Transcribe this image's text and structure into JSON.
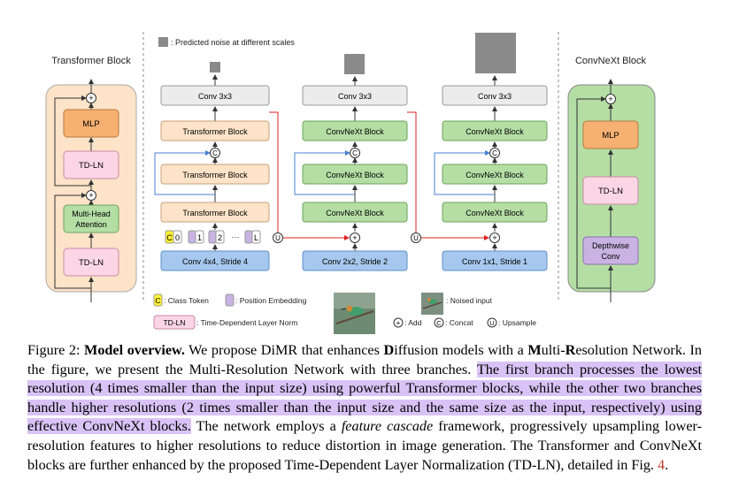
{
  "figure": {
    "legend_top": ": Predicted noise at different scales",
    "transformer_panel_title": "Transformer Block",
    "convnext_panel_title": "ConvNeXt Block",
    "transformer_panel": {
      "mlp": "MLP",
      "tdln1": "TD-LN",
      "mha_line1": "Multi-Head",
      "mha_line2": "Attention",
      "tdln2": "TD-LN"
    },
    "convnext_panel": {
      "mlp": "MLP",
      "tdln": "TD-LN",
      "dw_line1": "Depthwise",
      "dw_line2": "Conv"
    },
    "branch1": {
      "conv_top": "Conv 3x3",
      "block_top": "Transformer Block",
      "block_mid": "Transformer Block",
      "block_bottom": "Transformer Block",
      "conv_bottom": "Conv 4x4, Stride 4",
      "tokens": [
        "C",
        "0",
        "1",
        "2",
        "···",
        "L"
      ]
    },
    "branch2": {
      "conv_top": "Conv 3x3",
      "block_top": "ConvNeXt Block",
      "block_mid": "ConvNeXt Block",
      "block_bottom": "ConvNeXt Block",
      "conv_bottom": "Conv 2x2, Stride 2"
    },
    "branch3": {
      "conv_top": "Conv 3x3",
      "block_top": "ConvNeXt Block",
      "block_mid": "ConvNeXt Block",
      "block_bottom": "ConvNeXt Block",
      "conv_bottom": "Conv 1x1, Stride 1"
    },
    "ops": {
      "add": "+",
      "concat": "C",
      "upsample": "U"
    },
    "legend": {
      "class_token_symbol": "C",
      "class_token": ": Class Token",
      "pos_embed": ": Position Embedding",
      "tdln_symbol": "TD-LN",
      "tdln": ": Time-Dependent Layer Norm",
      "noised_input": ": Noised input",
      "add_label": ": Add",
      "concat_label": ": Concat",
      "upsample_label": ": Upsample"
    },
    "colors": {
      "blue": "#a6c8ee",
      "orange": "#fde3c8",
      "orange_strong": "#f5b072",
      "green": "#b5dea5",
      "pink": "#fcd6e4",
      "purple": "#c9b3e3",
      "yellow": "#fff230",
      "gray_box": "#ececec",
      "highlight": "#d9c3f6"
    }
  },
  "caption": {
    "figure_label": "Figure 2:",
    "title": "Model overview.",
    "s1": "We propose DiMR that enhances",
    "d": "D",
    "iffusion": "iffusion models with a",
    "m": "M",
    "ulti_dash": "ulti-",
    "r": "R",
    "esolution": "esolution Network. In the figure, we present the Multi-Resolution Network with three branches.",
    "highlighted": "The first branch processes the lowest resolution (4 times smaller than the input size) using powerful Transformer blocks, while the other two branches handle higher resolutions (2 times smaller than the input size and the same size as the input, respectively) using effective ConvNeXt blocks.",
    "s2a": " The network employs a",
    "feature_cascade": "feature cascade",
    "s2b": "framework, progressively upsampling lower-resolution features to higher resolutions to reduce distortion in image generation. The Transformer and ConvNeXt blocks are further enhanced by the proposed Time-Dependent Layer Normalization (TD-LN), detailed in Fig.",
    "fig_ref": "4",
    "end": "."
  }
}
